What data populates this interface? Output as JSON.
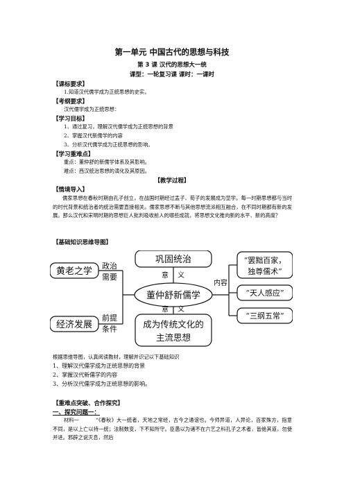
{
  "title": "第一单元  中国古代的思想与科技",
  "lesson": "第 3 课  汉代的思想大一统",
  "lesson_type": "课型：一轮复习课      课时：一课时",
  "sections": {
    "kebiao": {
      "heading": "【课标要求】",
      "items": [
        "1.知道汉代儒学成为正统思想的史实。"
      ]
    },
    "kaogang": {
      "heading": "【考纲要求】",
      "items": [
        "汉代儒学成为正统思想："
      ]
    },
    "mubiao": {
      "heading": "【学习目标】",
      "items": [
        "1、通过复习，理解汉代儒学成为正统思想的背景",
        "2、掌握汉代新儒学的内容",
        "3、分析汉代儒学成为正统思想的影响。"
      ]
    },
    "zhongnan": {
      "heading": "【学习重难点】",
      "items": [
        "重点：董仲舒的新儒学体系及其影响。",
        "难点：西汉统治思想的演化及其原因。"
      ]
    },
    "process": "【教学过程】",
    "daoru": {
      "heading": "【情境导入】",
      "text": "儒家思想在春秋时期由孔子创立，在战国时期经过孟子、荀子的发展成为显学。每一时期思想都与当时的时代背景和统治者的统治需要直接相关。儒家思想不断与其他思想流派相互融合，在不同时期都有新的发展。那么汉代和宋明时期的思想巨人批判吸收前人的哪些成就，将思想文化推向新的水平、新的高度？"
    },
    "mindmap_heading": "【基础知识思维导图】",
    "mindmap": {
      "left_top": "黄老之学",
      "left_bottom": "经济发展",
      "label_politics_1": "政治",
      "label_politics_2": "需要",
      "label_premise_1": "前提",
      "label_premise_2": "条件",
      "top": "巩固统治",
      "center": "董仲舒新儒学",
      "bottom_1": "成为传统文化的",
      "bottom_2": "主流思想",
      "yi_top_1": "意",
      "yi_top_2": "义",
      "yi_bottom_1": "意",
      "yi_bottom_2": "义",
      "content_label": "内容",
      "right_1_a": "“罢黜百家，",
      "right_1_b": "独尊儒术”",
      "right_2": "“天人感应”",
      "right_3": "“三纲五常”"
    },
    "after_map": {
      "intro": "根据思维导图，认真阅读教材，理解并识记以下基础知识",
      "items": [
        "1、理解汉代儒学成为正统思想的背景",
        "2、掌握汉代新儒学的内容",
        "3、分析汉代儒学成为正统思想的影响。"
      ]
    },
    "tanjiu": {
      "heading": "【重难点突破、合作探究】",
      "sub": "一、探究问题一：",
      "material_label": "材料一",
      "material": "“《春秋》大一统者，天地之常经，古今之通谊也。今师异道，人异论，百家殊方，指意不同，是以上亡以持一统；法制数变，下不知所守。臣愚以为诸不在六艺之科孔子之术者，皆绝其道，勿使并进。邪辟之说灭息，然后"
    }
  }
}
